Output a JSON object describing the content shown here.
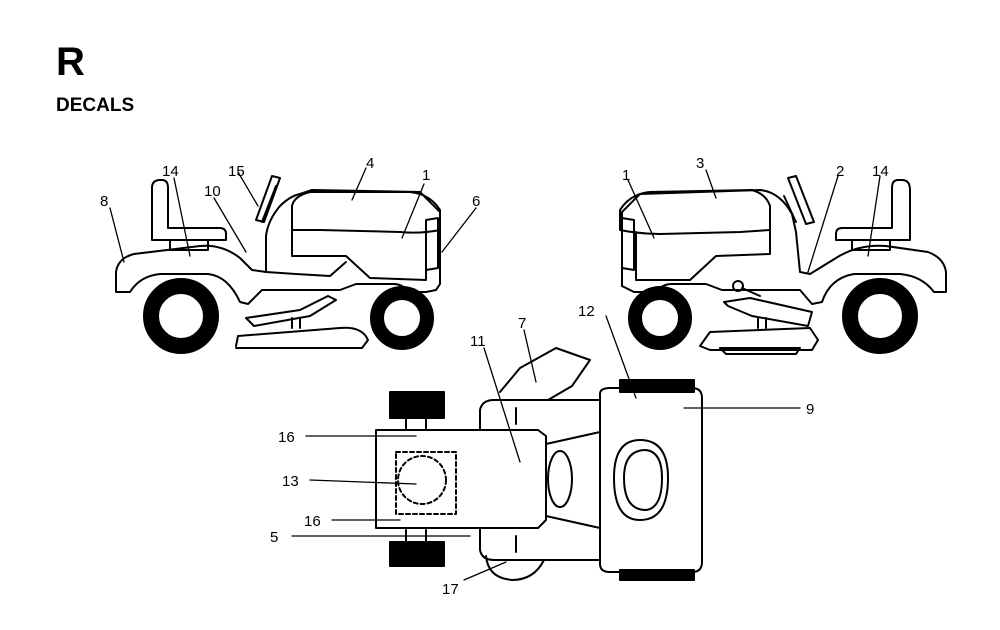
{
  "header": {
    "section_letter": "R",
    "section_title": "DECALS"
  },
  "callouts": {
    "left_view": [
      "8",
      "14",
      "15",
      "10",
      "4",
      "1",
      "6"
    ],
    "right_view": [
      "1",
      "3",
      "2",
      "14"
    ],
    "top_view": [
      "7",
      "11",
      "12",
      "9",
      "16",
      "13",
      "16",
      "5",
      "17"
    ]
  }
}
